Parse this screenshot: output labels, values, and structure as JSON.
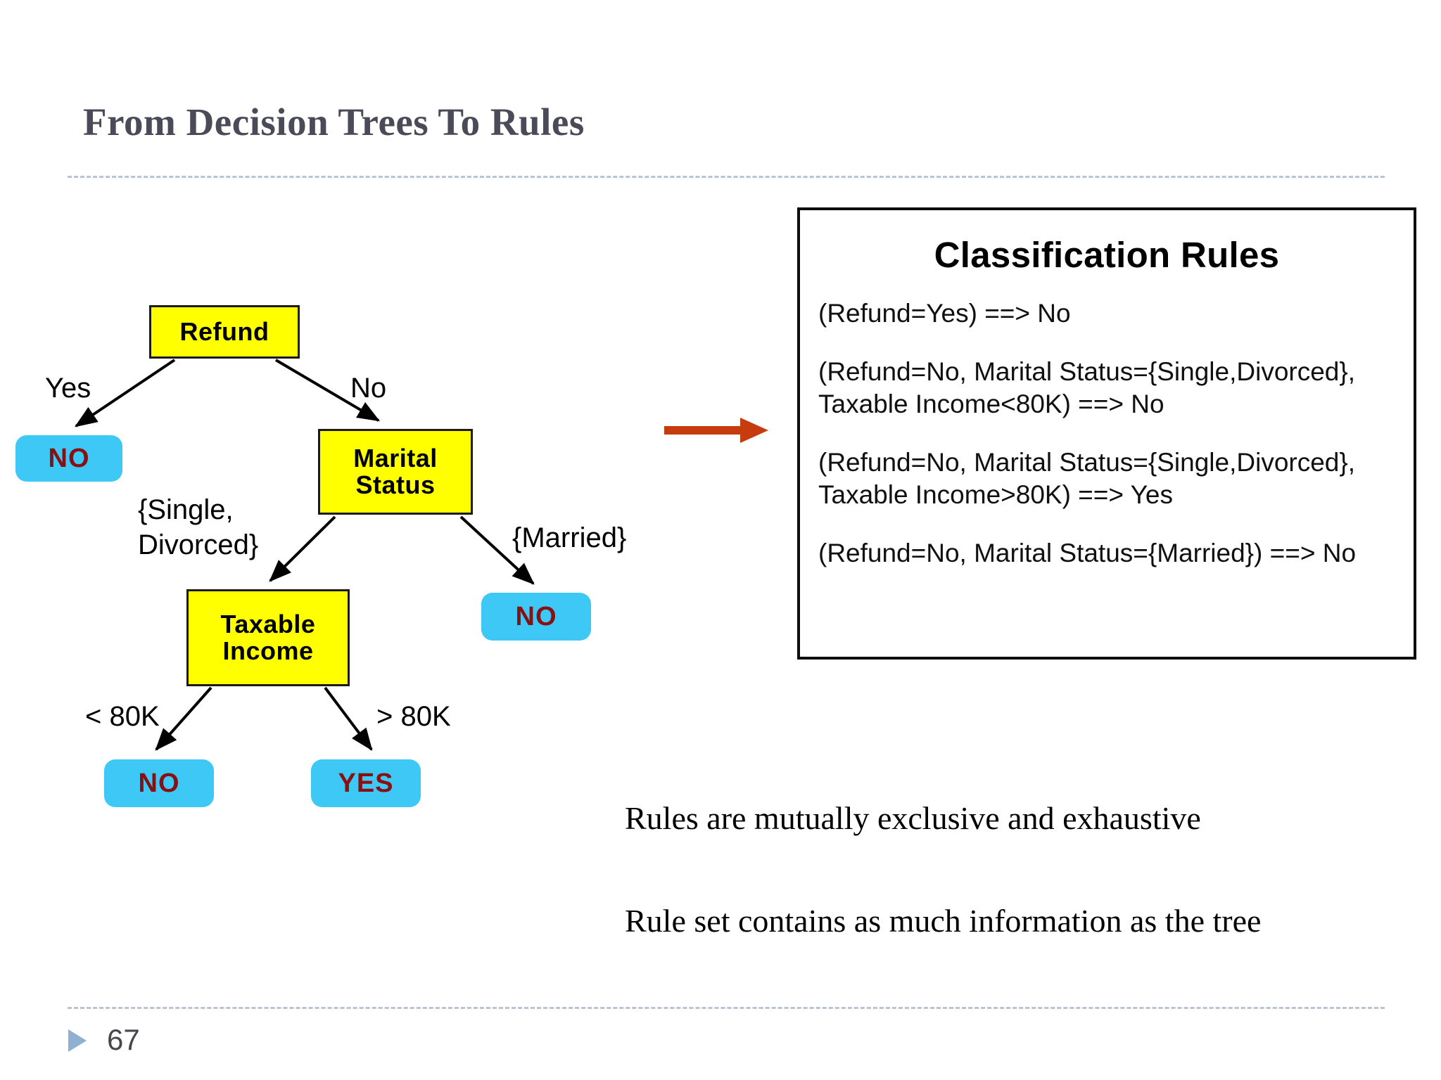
{
  "slide": {
    "title": "From Decision Trees To Rules",
    "page_number": "67"
  },
  "decision_tree": {
    "nodes": {
      "root": "Refund",
      "marital": "Marital\nStatus",
      "taxable": "Taxable\nIncome",
      "leaf_refund_yes": "NO",
      "leaf_married": "NO",
      "leaf_income_low": "NO",
      "leaf_income_high": "YES"
    },
    "edge_labels": {
      "refund_yes": "Yes",
      "refund_no": "No",
      "marital_single_divorced": "{Single,\nDivorced}",
      "marital_married": "{Married}",
      "income_low": "< 80K",
      "income_high": "> 80K"
    },
    "colors": {
      "internal_node_fill": "#ffff00",
      "internal_node_border": "#1a1a1a",
      "leaf_fill": "#3dc8f5",
      "leaf_text": "#8a0f10",
      "edge": "#000000"
    }
  },
  "transition": {
    "arrow_icon": "right-arrow-icon",
    "arrow_color": "#c63c0e"
  },
  "rules_panel": {
    "title": "Classification Rules",
    "rules": [
      "(Refund=Yes) ==> No",
      "(Refund=No, Marital Status={Single,Divorced},\nTaxable Income<80K) ==> No",
      "(Refund=No, Marital Status={Single,Divorced},\nTaxable Income>80K) ==> Yes",
      "(Refund=No, Marital Status={Married}) ==> No"
    ],
    "border_color": "#0d0d0d"
  },
  "notes": [
    "Rules are mutually exclusive and exhaustive",
    "Rule set contains as much information as the tree"
  ],
  "decor": {
    "rule_line_color": "#b9c4d4",
    "footer_bullet_icon": "triangle-right-icon",
    "footer_bullet_color": "#8fb0d0",
    "title_color": "#4a4a58"
  }
}
